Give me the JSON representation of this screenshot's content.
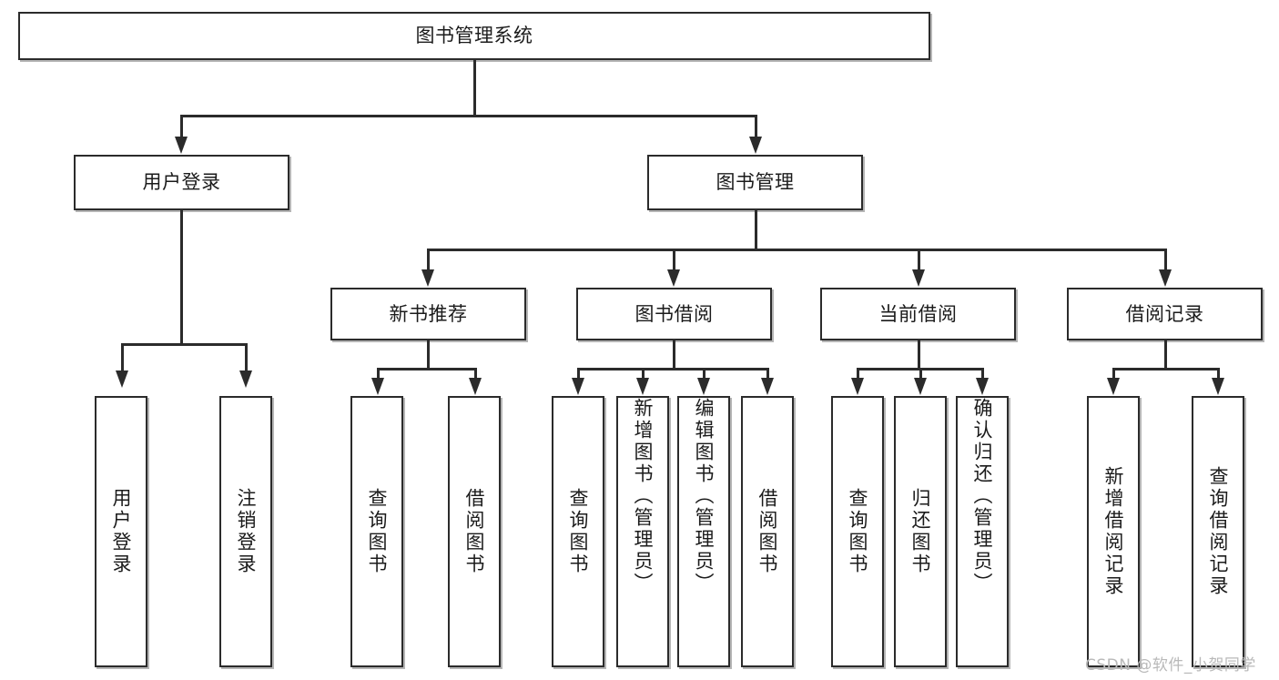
{
  "diagram": {
    "type": "tree-flowchart",
    "title_node": {
      "label": "图书管理系统"
    },
    "level1": [
      {
        "label": "用户登录"
      },
      {
        "label": "图书管理"
      }
    ],
    "level2": [
      {
        "label": "新书推荐"
      },
      {
        "label": "图书借阅"
      },
      {
        "label": "当前借阅"
      },
      {
        "label": "借阅记录"
      }
    ],
    "leaves": {
      "user_login": [
        {
          "label": "用户登录"
        },
        {
          "label": "注销登录"
        }
      ],
      "new_book_recommend": [
        {
          "label": "查询图书"
        },
        {
          "label": "借阅图书"
        }
      ],
      "book_borrow": [
        {
          "label": "查询图书"
        },
        {
          "label": "新增图书（管理员）"
        },
        {
          "label": "编辑图书（管理员）"
        },
        {
          "label": "借阅图书"
        }
      ],
      "current_borrow": [
        {
          "label": "查询图书"
        },
        {
          "label": "归还图书"
        },
        {
          "label": "确认归还（管理员）"
        }
      ],
      "borrow_record": [
        {
          "label": "新增借阅记录"
        },
        {
          "label": "查询借阅记录"
        }
      ]
    }
  },
  "watermark": {
    "text": "CSDN @软件_小贺同学"
  },
  "colors": {
    "stroke": "#2b2b2b",
    "fill": "#ffffff",
    "text": "#1b1b1b",
    "watermark": "#b9b9b9"
  }
}
